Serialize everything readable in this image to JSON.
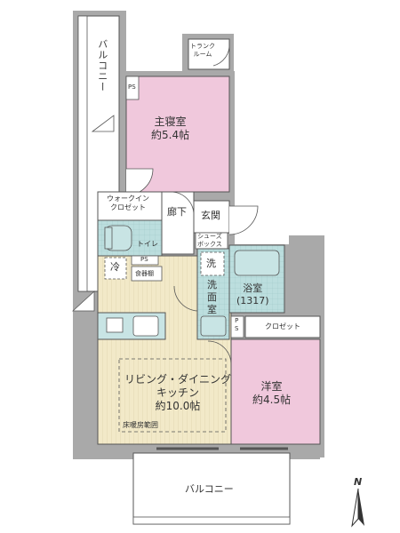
{
  "colors": {
    "wall": "#a9a9a9",
    "bedroom": "#f0c8dc",
    "floor_wood": "#f2e9c8",
    "floor_grid": "#d8cda4",
    "wet_area": "#bcdede",
    "fixture": "#c8e4e4",
    "outline": "#555555",
    "balcony": "#ffffff"
  },
  "rooms": {
    "balcony_top": "バルコニー",
    "trunk_room": [
      "トランク",
      "ルーム"
    ],
    "ps_top": "PS",
    "master_bedroom": {
      "name": "主寝室",
      "size": "約5.4帖"
    },
    "walk_in_closet": [
      "ウォークイン",
      "クロゼット"
    ],
    "hallway": "廊下",
    "entrance": "玄関",
    "toilet": "トイレ",
    "shoe_box": [
      "シューズ",
      "ボックス"
    ],
    "fridge": "冷",
    "ps_mid": "PS",
    "pantry": "食器棚",
    "laundry": "洗",
    "washroom": [
      "洗",
      "面",
      "室"
    ],
    "bathroom": {
      "name": "浴室",
      "size": "(1317)"
    },
    "ps_low": [
      "P",
      "S"
    ],
    "closet": "クロゼット",
    "ldk": {
      "line1": "リビング・ダイニング",
      "line2": "キッチン",
      "size": "約10.0帖"
    },
    "floor_heating": "床暖房範囲",
    "western_room": {
      "name": "洋室",
      "size": "約4.5帖"
    },
    "balcony_bottom": "バルコニー"
  },
  "compass": {
    "label": "N"
  }
}
